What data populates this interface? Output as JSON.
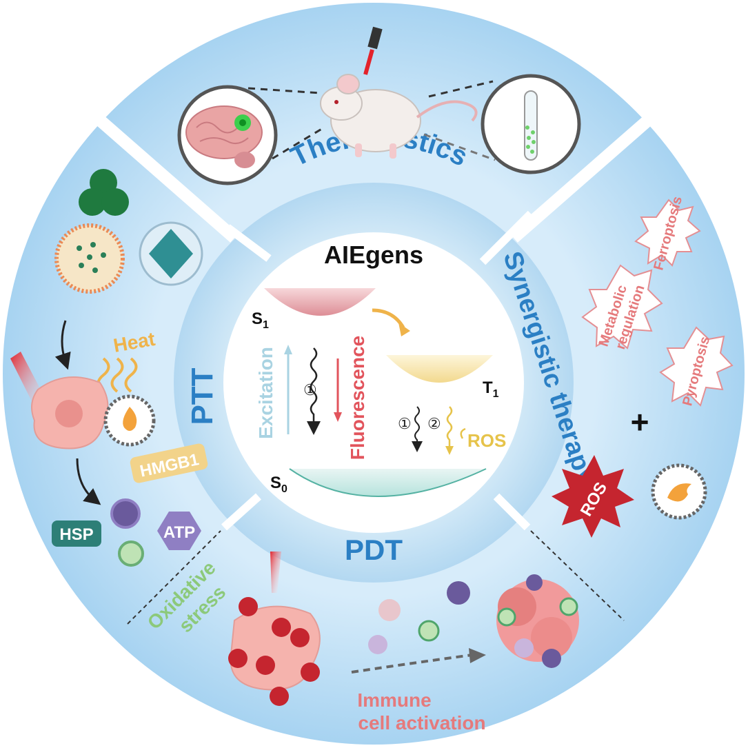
{
  "center": {
    "title": "AIEgens",
    "states": {
      "s1_main": "S",
      "s1_sub": "1",
      "t1_main": "T",
      "t1_sub": "1",
      "s0_main": "S",
      "s0_sub": "0"
    },
    "excitation": "Excitation",
    "fluorescence": "Fluorescence",
    "ros": "ROS",
    "step1": "①",
    "step2": "②"
  },
  "inner_ring": {
    "theranostics": "Theranostics",
    "synergistic": "Synergistic therapy",
    "pdt": "PDT",
    "ptt": "PTT"
  },
  "ptt_panel": {
    "heat": "Heat",
    "hmgb1": "HMGB1",
    "hsp": "HSP",
    "atp": "ATP"
  },
  "pdt_panel": {
    "oxidative_line1": "Oxidative",
    "oxidative_line2": "stress",
    "immune_line1": "Immune",
    "immune_line2": "cell activation"
  },
  "synergy_panel": {
    "ferroptosis": "Ferroptosis",
    "metabolic_line1": "Metabolic",
    "metabolic_line2": "regulation",
    "pyroptosis": "Pyroptosis",
    "plus": "+",
    "ros": "ROS"
  },
  "colors": {
    "ring_outer": "#bfe0f5",
    "ring_inner": "#a9d2ef",
    "label_blue": "#2b7fc4",
    "excitation": "#a9d3e2",
    "fluorescence": "#e2545c",
    "ros_yellow": "#e6c34a",
    "heat_orange": "#efb34a",
    "oxidative_green": "#8cc97a",
    "immune_pink": "#e57a7c",
    "hsp_teal": "#2d7f77",
    "atp_purple": "#8f7fc3",
    "burst_red": "#c5252f"
  }
}
